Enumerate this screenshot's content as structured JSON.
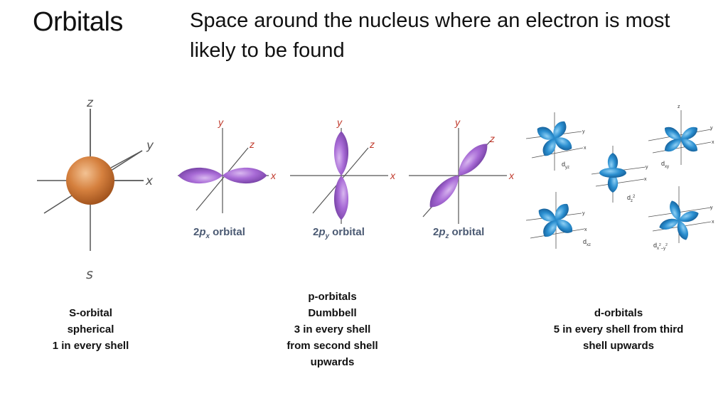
{
  "slide": {
    "title": "Orbitals",
    "subtitle": "Space around the nucleus where an electron is most likely to be found"
  },
  "s_orbital": {
    "axis_labels": {
      "z": "z",
      "y": "y",
      "x": "x"
    },
    "label": "s",
    "caption": [
      "S-orbital",
      "spherical",
      "1 in every shell"
    ]
  },
  "p_orbitals": {
    "axis_labels": {
      "y": "y",
      "z": "z",
      "x": "x"
    },
    "labels": [
      {
        "prefix": "2",
        "main": "p",
        "sub": "x",
        "suffix": "orbital"
      },
      {
        "prefix": "2",
        "main": "p",
        "sub": "y",
        "suffix": "orbital"
      },
      {
        "prefix": "2",
        "main": "p",
        "sub": "z",
        "suffix": "orbital"
      }
    ],
    "caption": [
      "p-orbitals",
      "Dumbbell",
      "3 in every shell",
      "from second shell",
      "upwards"
    ]
  },
  "d_orbitals": {
    "labels": {
      "yz": {
        "main": "d",
        "sub": "yz"
      },
      "xy": {
        "main": "d",
        "sub": "xy"
      },
      "z2": {
        "main": "d",
        "sub": "z",
        "sup": "2"
      },
      "xz": {
        "main": "d",
        "sub": "xz"
      },
      "x2y2": {
        "main": "d",
        "sub": "x",
        "sup1": "2",
        "mid": "–y",
        "sup2": "2"
      }
    },
    "axis_labels": {
      "y": "y",
      "x": "x",
      "z": "z"
    },
    "caption": [
      "d-orbitals",
      "5 in every shell from third",
      "shell upwards"
    ]
  },
  "colors": {
    "s_fill": "#c9712f",
    "p_fill": "#9b59c9",
    "d_fill": "#1e88c9",
    "axis": "#555555",
    "axis_label_p": "#c0392b"
  }
}
